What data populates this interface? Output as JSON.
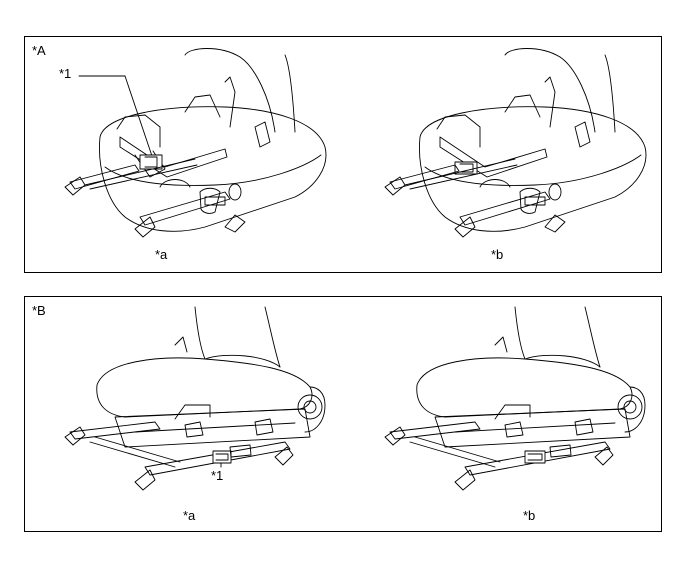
{
  "panels": [
    {
      "label": "*A",
      "callout": "*1",
      "sub_left": "*a",
      "sub_right": "*b"
    },
    {
      "label": "*B",
      "callout": "*1",
      "sub_left": "*a",
      "sub_right": "*b"
    }
  ]
}
